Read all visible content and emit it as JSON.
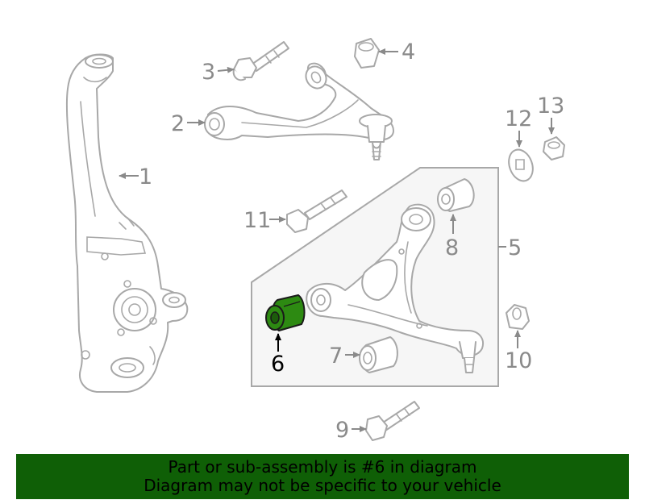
{
  "callouts": {
    "c1": "1",
    "c2": "2",
    "c3": "3",
    "c4": "4",
    "c5": "5",
    "c6": "6",
    "c7": "7",
    "c8": "8",
    "c9": "9",
    "c10": "10",
    "c11": "11",
    "c12": "12",
    "c13": "13"
  },
  "highlight": {
    "part": "6",
    "color": "#2d8a12"
  },
  "banner": {
    "line1": "Part or sub-assembly is #6 in diagram",
    "line2": "Diagram may not be specific to your vehicle",
    "color": "#0f5f06"
  }
}
